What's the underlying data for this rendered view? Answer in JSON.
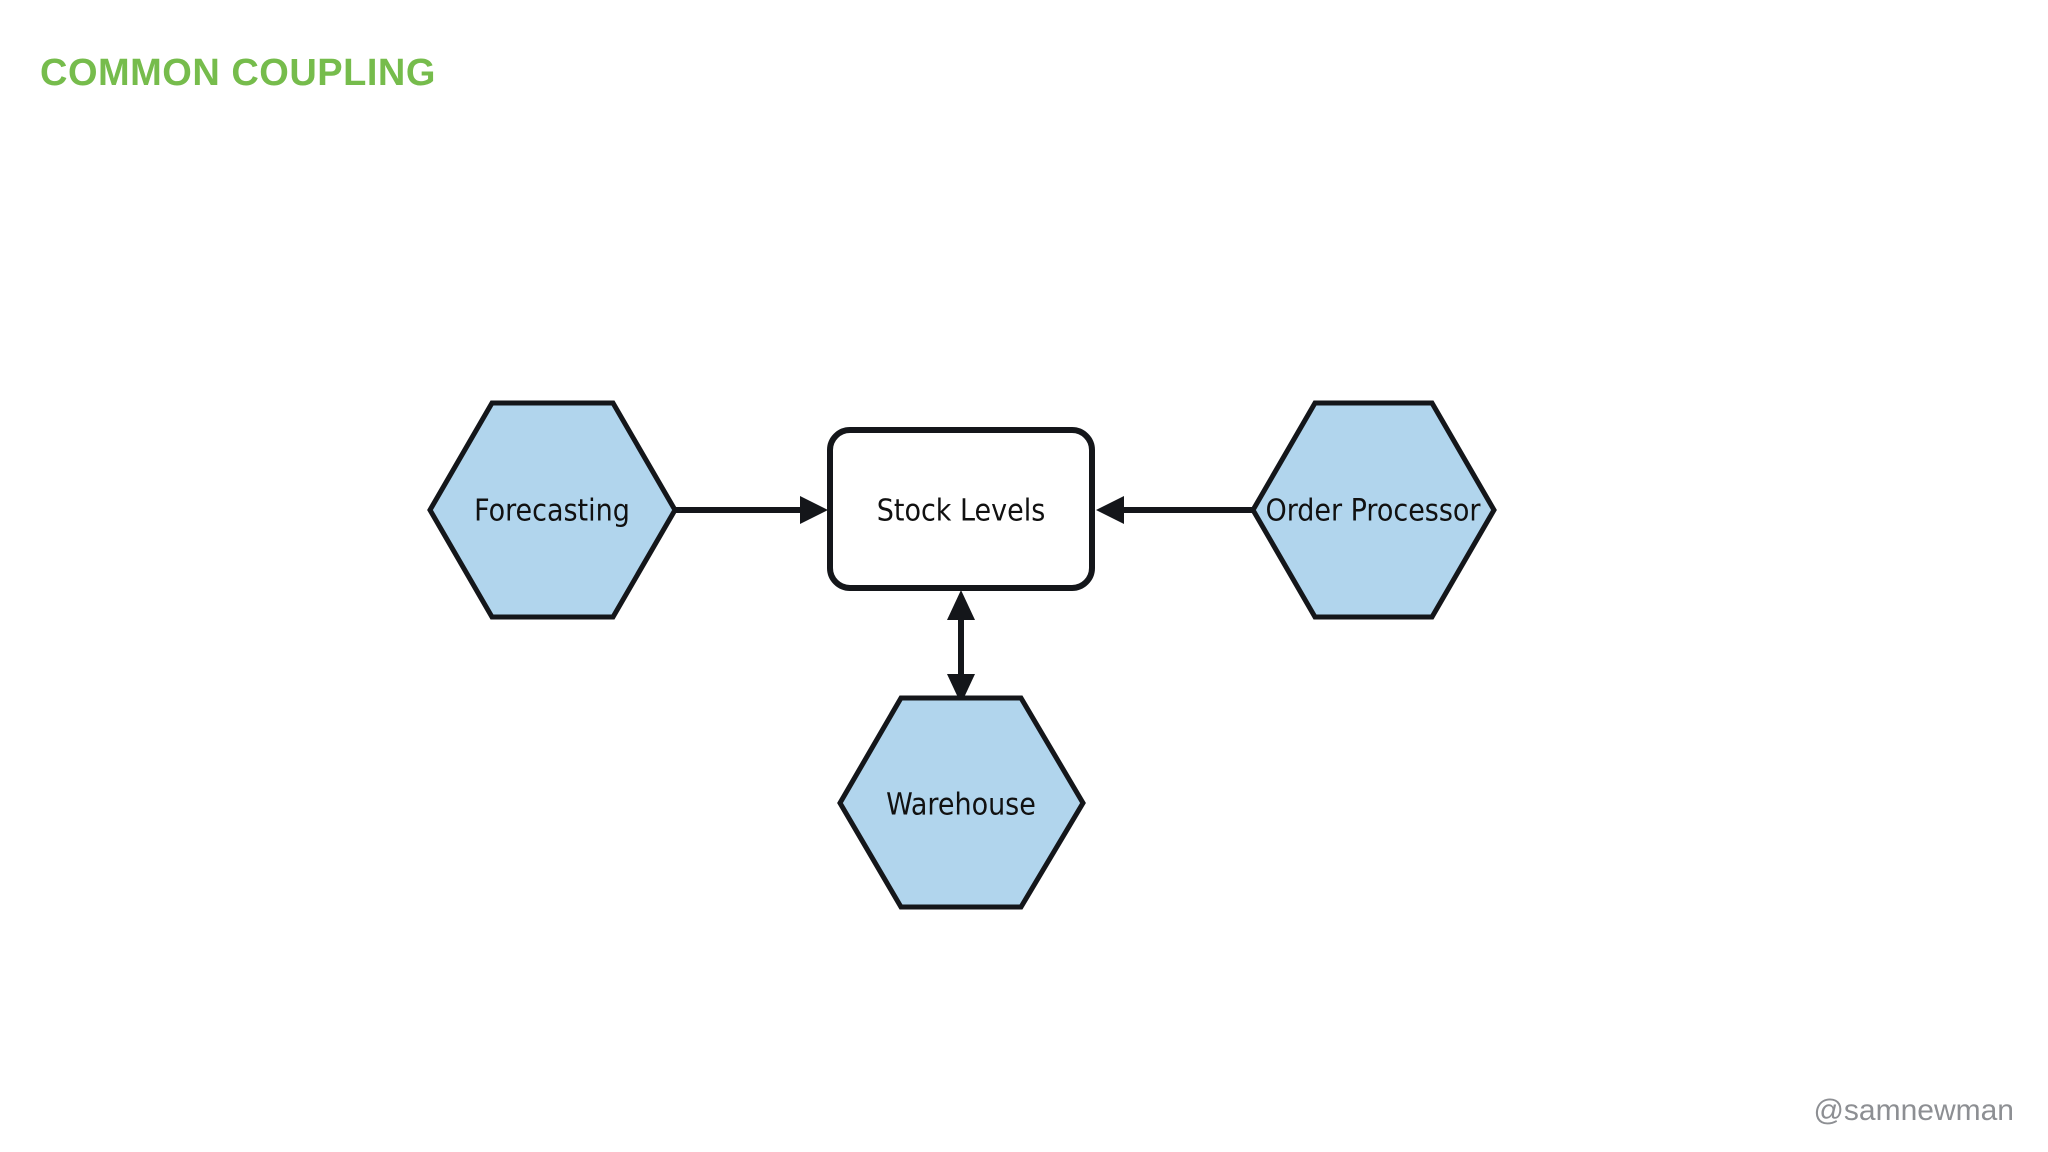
{
  "slide": {
    "title": "COMMON COUPLING",
    "title_color": "#76bc4c",
    "background_color": "#ffffff",
    "footer_handle": "@samnewman",
    "footer_color": "#8d8f93"
  },
  "diagram": {
    "type": "node-link",
    "shape_fill": "#b1d5ed",
    "shape_stroke": "#14161a",
    "central_fill": "#ffffff",
    "nodes": [
      {
        "id": "forecasting",
        "label": "Forecasting",
        "shape": "hexagon",
        "role": "consumer",
        "position": "left"
      },
      {
        "id": "stock-levels",
        "label": "Stock Levels",
        "shape": "rounded-rectangle",
        "role": "shared-data",
        "position": "center"
      },
      {
        "id": "order-processor",
        "label": "Order Processor",
        "shape": "hexagon",
        "role": "consumer",
        "position": "right"
      },
      {
        "id": "warehouse",
        "label": "Warehouse",
        "shape": "hexagon",
        "role": "consumer",
        "position": "bottom"
      }
    ],
    "edges": [
      {
        "id": "forecasting-to-stock",
        "from": "forecasting",
        "to": "stock-levels",
        "direction": "forward"
      },
      {
        "id": "order-processor-to-stock",
        "from": "order-processor",
        "to": "stock-levels",
        "direction": "forward"
      },
      {
        "id": "warehouse-stock-bidirectional",
        "from": "stock-levels",
        "to": "warehouse",
        "direction": "both"
      }
    ]
  }
}
